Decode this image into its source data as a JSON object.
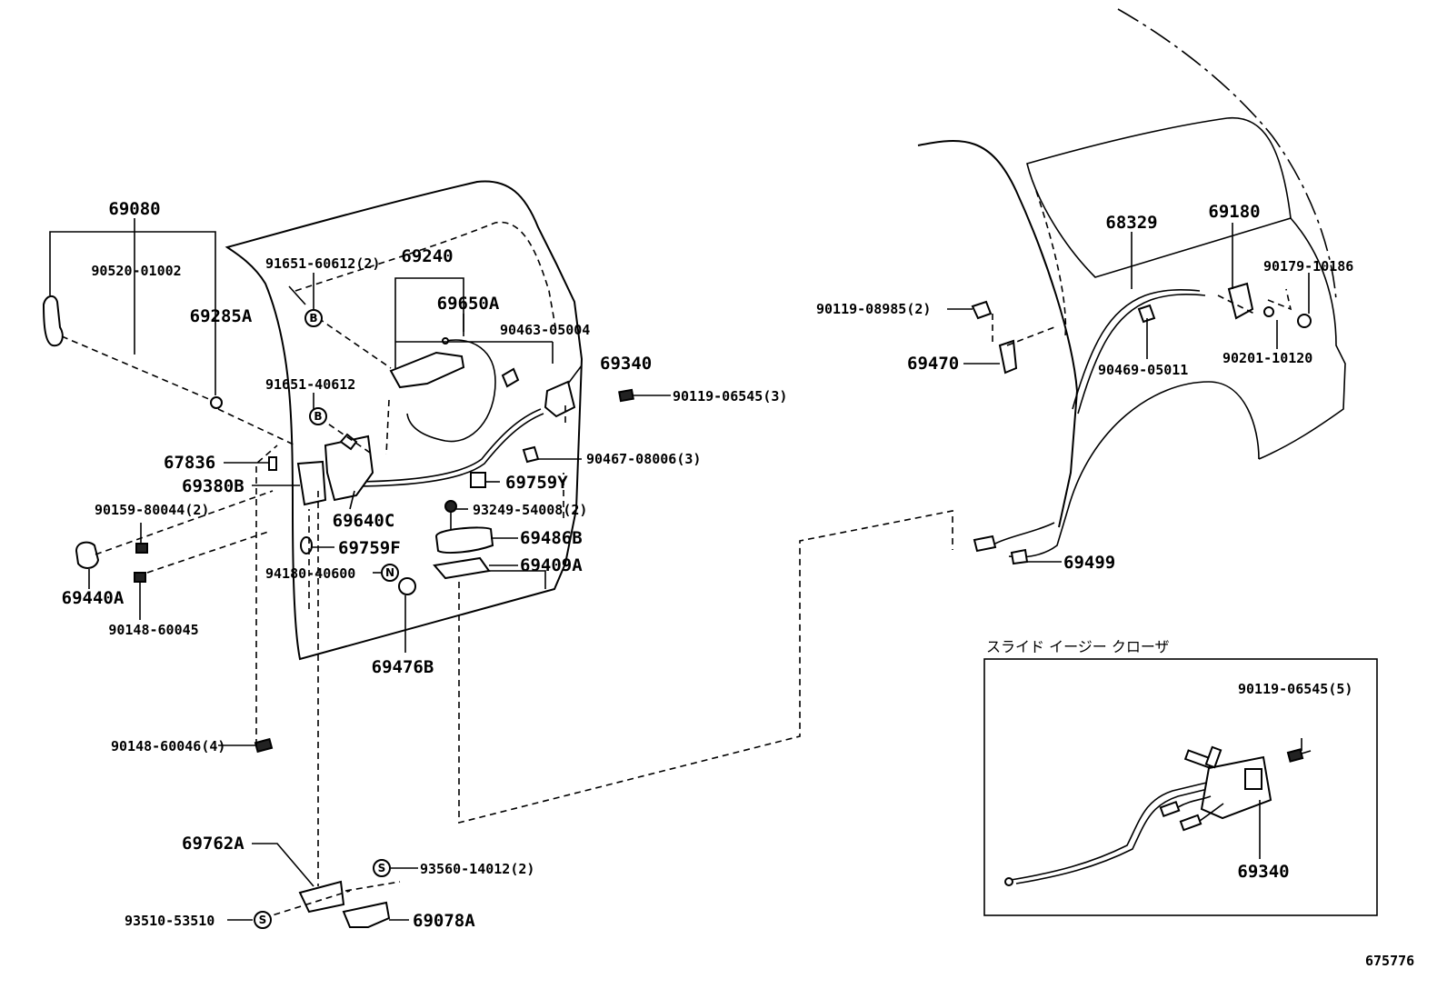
{
  "diagram": {
    "id_code": "675776",
    "inset_title": "スライド イージー クローザ",
    "badges": {
      "b": "B",
      "n": "N",
      "s": "S"
    },
    "labels": {
      "p69080": "69080",
      "p90520_01002": "90520-01002",
      "p69285a": "69285A",
      "p91651_60612": "91651-60612(2)",
      "p69240": "69240",
      "p69650a": "69650A",
      "p90463_05004": "90463-05004",
      "p91651_40612": "91651-40612",
      "p69340_main": "69340",
      "p90119_06545_3": "90119-06545(3)",
      "p67836": "67836",
      "p69380b": "69380B",
      "p90467_08006": "90467-08006(3)",
      "p69759y": "69759Y",
      "p90159_80044": "90159-80044(2)",
      "p69640c": "69640C",
      "p93249_54008": "93249-54008(2)",
      "p69486b": "69486B",
      "p69759f": "69759F",
      "p69409a": "69409A",
      "p94180_40600": "94180-40600",
      "p69440a": "69440A",
      "p90148_60045": "90148-60045",
      "p69476b": "69476B",
      "p90148_60046": "90148-60046(4)",
      "p69762a": "69762A",
      "p93560_14012": "93560-14012(2)",
      "p93510_53510": "93510-53510",
      "p69078a": "69078A",
      "p68329": "68329",
      "p69180": "69180",
      "p90179_10186": "90179-10186",
      "p90119_08985": "90119-08985(2)",
      "p90201_10120": "90201-10120",
      "p69470": "69470",
      "p90469_05011": "90469-05011",
      "p69499": "69499",
      "p90119_06545_5": "90119-06545(5)",
      "p69340_inset": "69340"
    }
  }
}
